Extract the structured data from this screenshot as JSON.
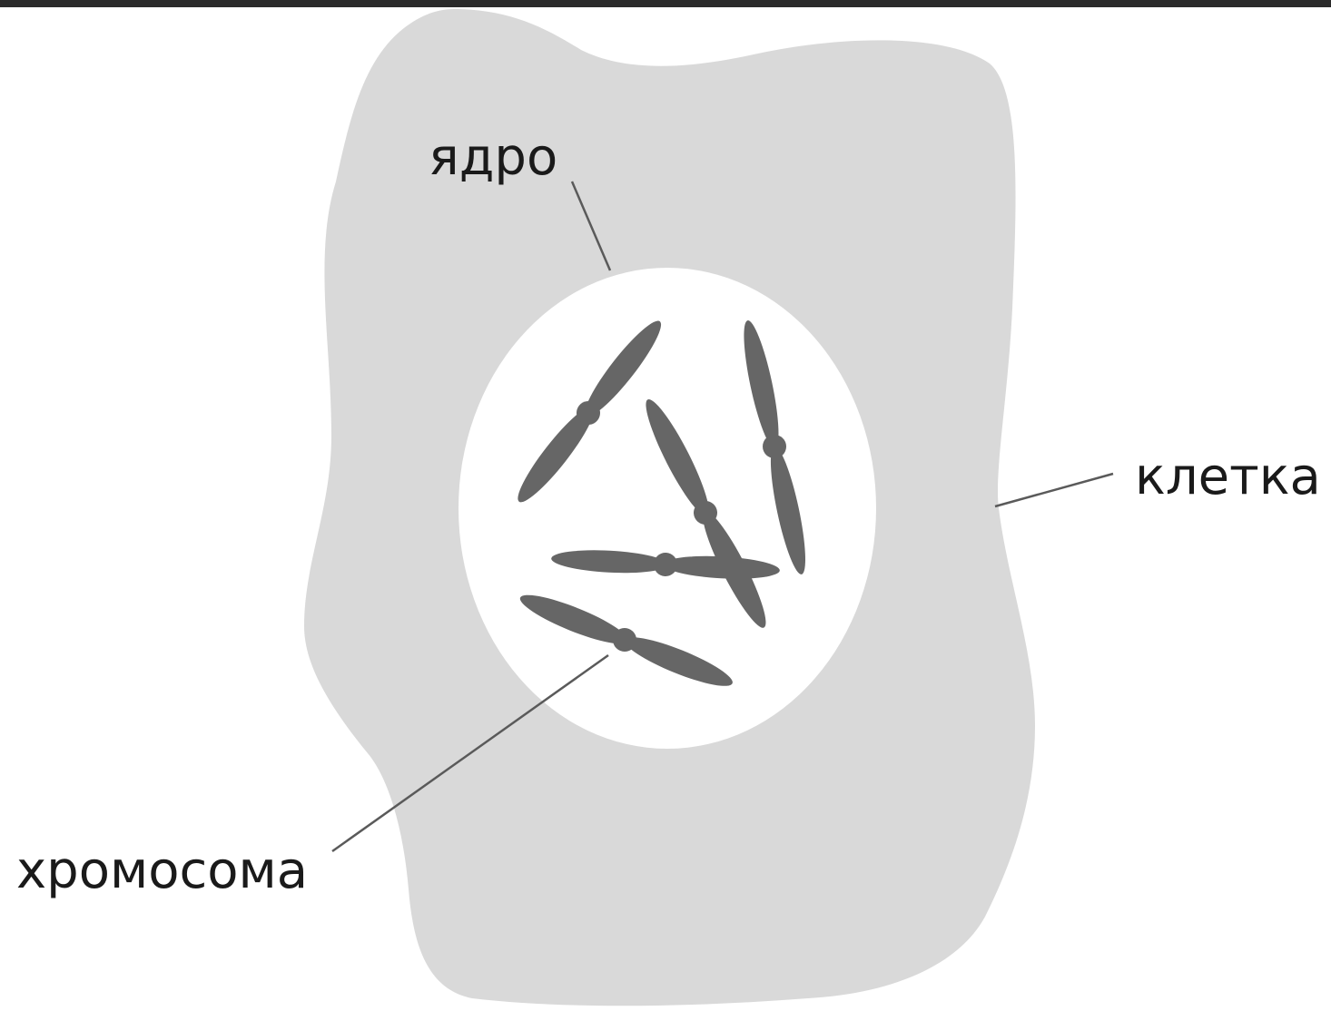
{
  "colors": {
    "top_bar": "#2b2b2b",
    "cell": "#d9d9d9",
    "nucleus": "#ffffff",
    "chromosome": "#666666",
    "leader_line": "#5a5a5a",
    "label_text": "#1a1a1a"
  },
  "labels": {
    "nucleus": "ядро",
    "cell": "клетка",
    "chromosome": "хромосома"
  }
}
